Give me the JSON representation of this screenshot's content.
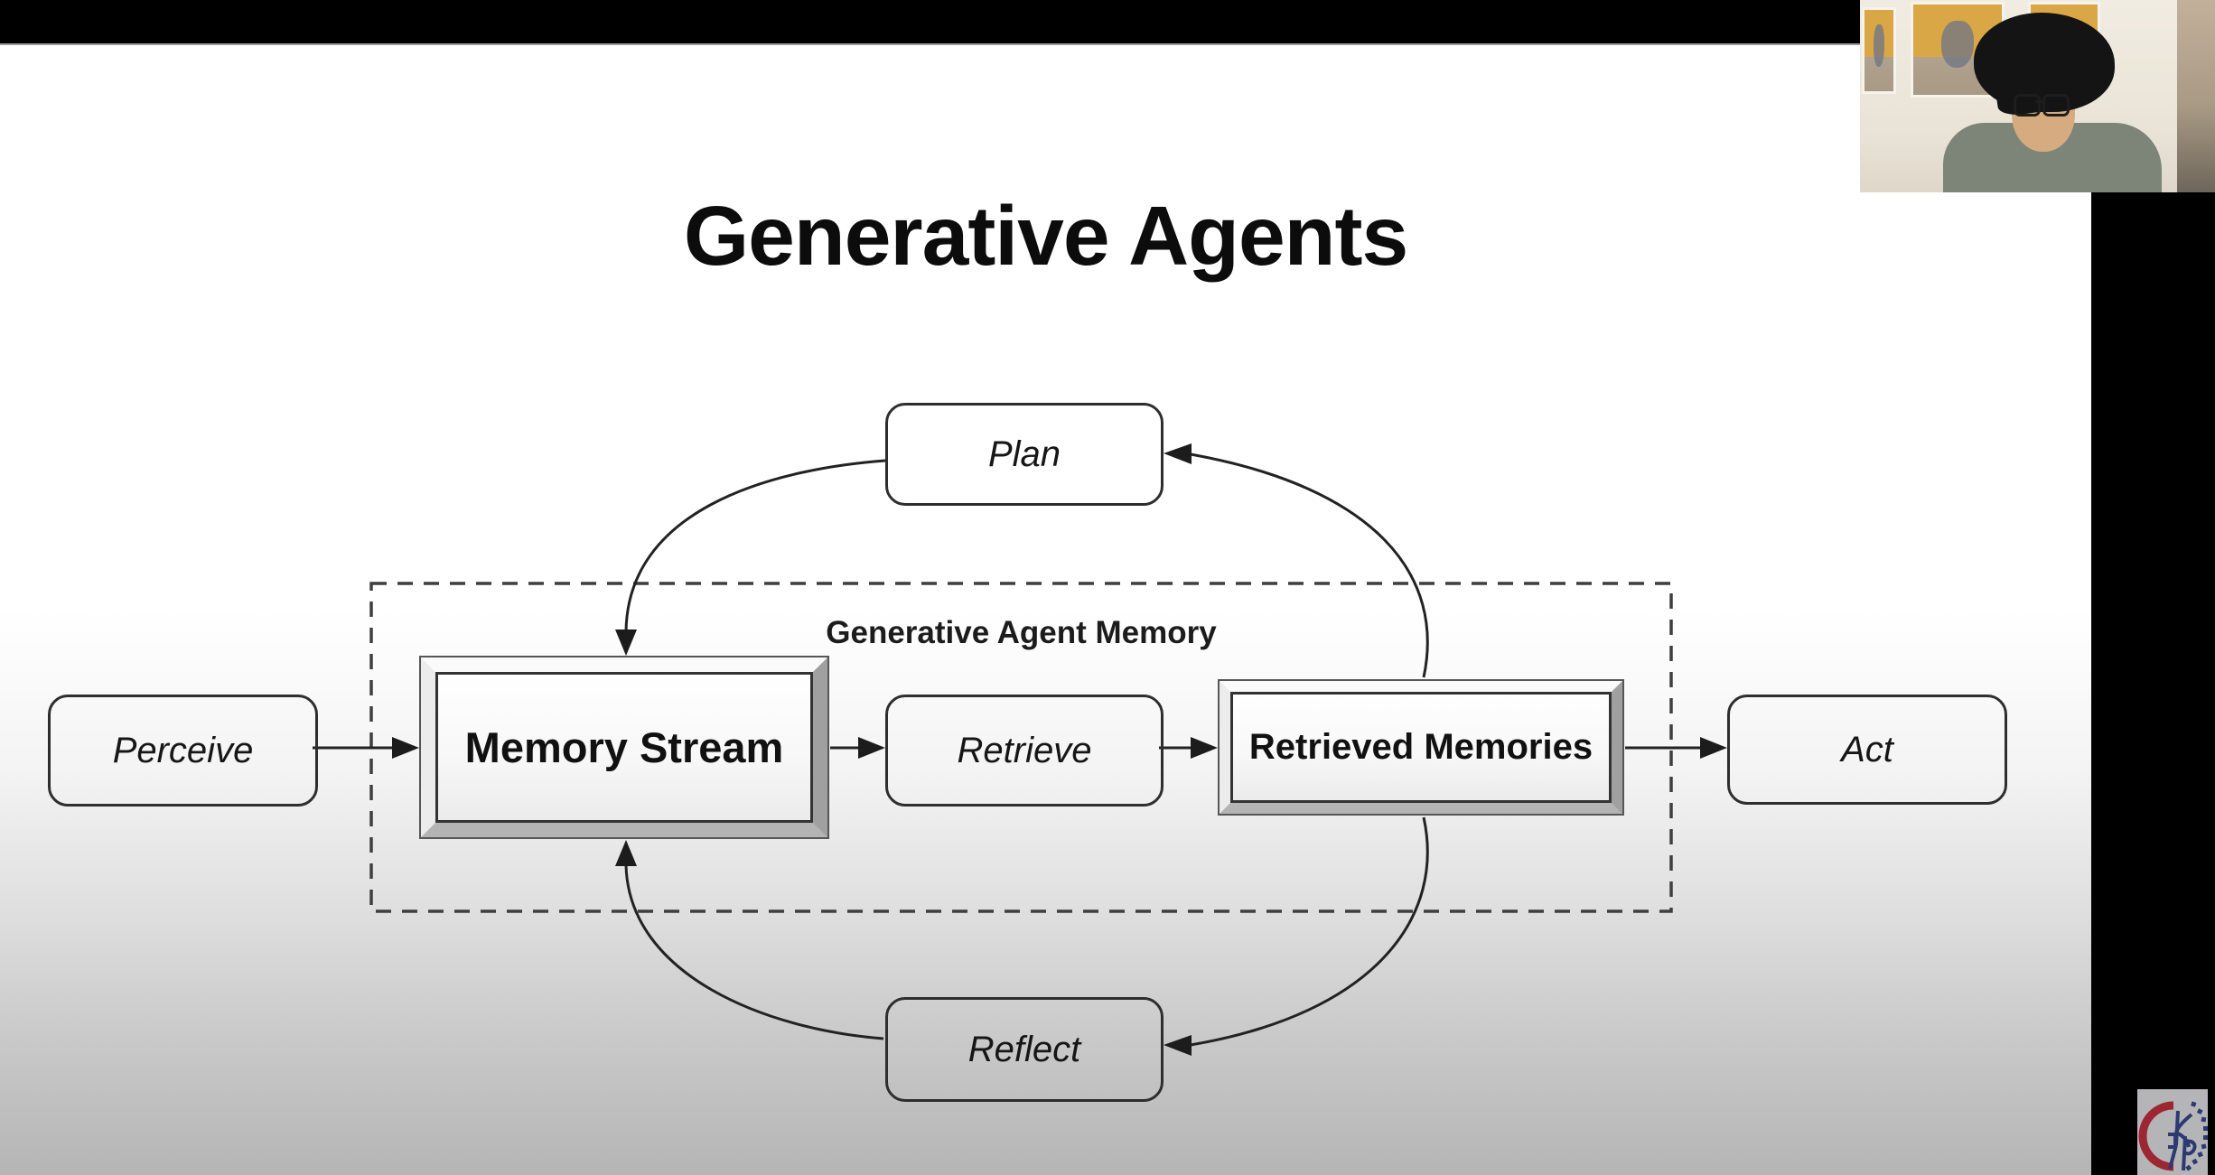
{
  "slide": {
    "title": "Generative Agents"
  },
  "diagram": {
    "memory_group_label": "Generative Agent Memory",
    "nodes": {
      "perceive": {
        "label": "Perceive",
        "style": "rounded-italic"
      },
      "memory_stream": {
        "label": "Memory Stream",
        "style": "beveled-bold"
      },
      "retrieve": {
        "label": "Retrieve",
        "style": "rounded-italic"
      },
      "retrieved_memories": {
        "label": "Retrieved Memories",
        "style": "beveled-bold"
      },
      "act": {
        "label": "Act",
        "style": "rounded-italic"
      },
      "plan": {
        "label": "Plan",
        "style": "rounded-italic"
      },
      "reflect": {
        "label": "Reflect",
        "style": "rounded-italic"
      }
    },
    "edges": [
      {
        "from": "perceive",
        "to": "memory_stream"
      },
      {
        "from": "memory_stream",
        "to": "retrieve"
      },
      {
        "from": "retrieve",
        "to": "retrieved_memories"
      },
      {
        "from": "retrieved_memories",
        "to": "act"
      },
      {
        "from": "retrieved_memories",
        "to": "plan"
      },
      {
        "from": "plan",
        "to": "memory_stream"
      },
      {
        "from": "retrieved_memories",
        "to": "reflect"
      },
      {
        "from": "reflect",
        "to": "memory_stream"
      }
    ],
    "group_members": [
      "memory_stream",
      "retrieve",
      "retrieved_memories"
    ]
  },
  "overlays": {
    "webcam": {
      "position": "top-right",
      "content": "presenter video feed"
    },
    "logo": {
      "name": "CLSP logo",
      "position": "bottom-right"
    }
  },
  "colors": {
    "bars": "#000000",
    "slide_top": "#ffffff",
    "slide_bottom": "#b5b5b5",
    "line": "#222222",
    "logo_red": "#9c2733",
    "logo_navy": "#2c3a70"
  }
}
